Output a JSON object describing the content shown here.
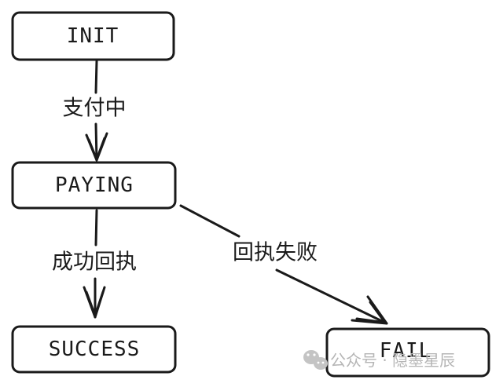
{
  "states": {
    "init": "INIT",
    "paying": "PAYING",
    "success": "SUCCESS",
    "fail": "FAIL"
  },
  "transitions": {
    "init_to_paying": "支付中",
    "paying_to_success": "成功回执",
    "paying_to_fail": "回执失败"
  },
  "watermark": {
    "text": "公众号 · 隐墨星辰",
    "icon": "wechat-icon",
    "color": "#b5b5b5"
  },
  "colors": {
    "stroke": "#1a1a1a",
    "background": "#ffffff"
  }
}
